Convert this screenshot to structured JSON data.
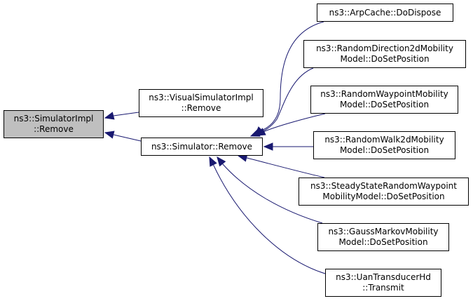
{
  "graph": {
    "type": "call-graph",
    "edge_color": "#191970",
    "focus_fill": "#bfbfbf",
    "nodes": [
      {
        "id": "simimpl",
        "lines": [
          "ns3::SimulatorImpl",
          "::Remove"
        ],
        "focus": true
      },
      {
        "id": "visual",
        "lines": [
          "ns3::VisualSimulatorImpl",
          "::Remove"
        ]
      },
      {
        "id": "simulator",
        "lines": [
          "ns3::Simulator::Remove"
        ]
      },
      {
        "id": "arp",
        "lines": [
          "ns3::ArpCache::DoDispose"
        ]
      },
      {
        "id": "rd2d",
        "lines": [
          "ns3::RandomDirection2dMobility",
          "Model::DoSetPosition"
        ]
      },
      {
        "id": "rwp",
        "lines": [
          "ns3::RandomWaypointMobility",
          "Model::DoSetPosition"
        ]
      },
      {
        "id": "rw2d",
        "lines": [
          "ns3::RandomWalk2dMobility",
          "Model::DoSetPosition"
        ]
      },
      {
        "id": "ssrwp",
        "lines": [
          "ns3::SteadyStateRandomWaypoint",
          "MobilityModel::DoSetPosition"
        ]
      },
      {
        "id": "gm",
        "lines": [
          "ns3::GaussMarkovMobility",
          "Model::DoSetPosition"
        ]
      },
      {
        "id": "uan",
        "lines": [
          "ns3::UanTransducerHd",
          "::Transmit"
        ]
      }
    ],
    "edges": [
      {
        "from": "visual",
        "to": "simimpl"
      },
      {
        "from": "simulator",
        "to": "simimpl"
      },
      {
        "from": "arp",
        "to": "simulator"
      },
      {
        "from": "rd2d",
        "to": "simulator"
      },
      {
        "from": "rwp",
        "to": "simulator"
      },
      {
        "from": "rw2d",
        "to": "simulator"
      },
      {
        "from": "ssrwp",
        "to": "simulator"
      },
      {
        "from": "gm",
        "to": "simulator"
      },
      {
        "from": "uan",
        "to": "simulator"
      }
    ]
  }
}
